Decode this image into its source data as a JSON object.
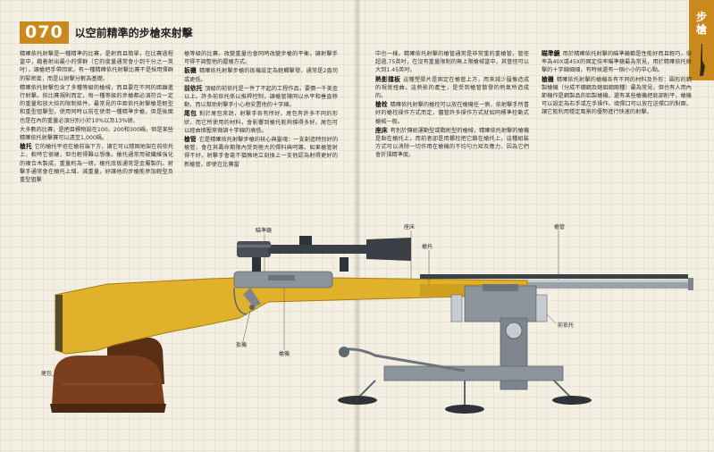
{
  "header": {
    "number": "070",
    "title": "以空前精準的步槍來射擊",
    "tab_text": "步槍"
  },
  "columns": {
    "col1": [
      {
        "term": "",
        "text": "精確依托射擊是一種精準的比賽，是射而且簡單，在比賽過程當中，藉着射出最小的彈群（它的度量通常會小到千分之一英吋），讓槍把手帶回家。有一種精確依托射擊比賽不是採用彈群的緊密度，而是以射擊分數為基礎。"
      },
      {
        "term": "",
        "text": "精確依托射擊包含了多種等級的槍械，而且要在不同的距離進行射擊。依比賽規則而定，每一種等級的步槍都必須符合一定的重量和放大倍的限制條件。最常見的中距依托射擊槍是輕型和重型狙擊型，使用同時以前在使用一種精準步槍，但是後面也是在內的重量必須分別小於10%以及13%磅。"
      },
      {
        "term": "",
        "text": "大多數的比賽，是把目標物設在100、200和300碼，但是某些精確依托射擊賽可以遠至1,000碼。"
      },
      {
        "term": "槍托",
        "text": "它的槍托平坦在槍前端下方，讓它可以穩固地架在前依托上，較時它很硬，但也輕得難以想像。槍托通常用玻纖維強化的複合木製成，重量約為一磅。槍托底板通常是金屬製的。射擊手通常會在槍托上增、減重量，好讓他的步槍能參加輕型及重型狙擊"
      }
    ],
    "col2": [
      {
        "term": "",
        "text": "槍等級的比賽。改變重量也會同時改變步槍的平衡，讓射擊手可得不調整他的握槍方式。"
      },
      {
        "term": "扳機",
        "text": "精確依托射擊步槍的扳機設定為輕觸擊發，通常是2盎司或更低。"
      },
      {
        "term": "前依托",
        "text": "頂級的前依托是一件了不起的工程作品，要價一千美金以上。許多前依托係以推桿控制，讓槍管隨同以水平和垂直移動，而以幫助射擊手小心地安置他的十字線。"
      },
      {
        "term": "尾包",
        "text": "對於尾包來說，射擊手各有所好。尾包有許多不同的形狀，而它所使用的材料，會影響到槍托能夠撐得多好。尾包可以經由擠壓來微調十字線的高低。"
      },
      {
        "term": "槍管",
        "text": "它是精確依托射擊步槍的核心與靈魂：一支創造特別好的槍管，會在其壽命期限內受到極大的彈料與呵護。如果槍管射得不好，射擊手會毫不猶豫地立刻換上一支他認為射得更好的新槍管，即使在比賽當"
      }
    ],
    "col3": [
      {
        "term": "",
        "text": "中也一樣。精確依托射擊的槍管通常是非常重的重槍管，管徑超過.75英吋，在沒有重量限制的無上限槍械當中，其管徑可以大到1.45英吋。"
      },
      {
        "term": "熱影擋板",
        "text": "這種塑膠片是固定在槍管上方，用來減少蜃像造成的視覺扭曲，這熱影的產生，是受到槍管散發的熱氣所造成的。"
      },
      {
        "term": "槍栓",
        "text": "精確依托射擊的槍栓可以放在槍機任一側，依射擊手所喜好的槍栓操作方式而定，儘管許多操作方式就如同標準栓動式槍械一般。"
      },
      {
        "term": "座床",
        "text": "有別於傳統運動型或戰術型的槍械，精確依托射擊的槍機是黏在槍托上，而前者卻是用螺栓把它鎖在槍托上，這種組裝方式可以消除一切作用在槍機的不均勻力矩及應力，因為它們會折損精準度。"
      }
    ],
    "col4": [
      {
        "term": "瞄準鏡",
        "text": "用於精確依托射擊的瞄準鏡都是性能好而且輕巧，倍率為40X或45X的固定倍率瞄準鏡最為常見，用於精確依托射擊的十字線細細，有時候還有一個小小的中心點。"
      },
      {
        "term": "槍機",
        "text": "精確依托射擊的槍機各有不同的材料及外形：圓形的鋼製槍機（分成不鏽鋼及鉻鉬鋼兩種）最為常見，但也有人用內節機作是鋼製品的鋁製槍機，還有某些槍機把底部削平，槍機可以設定為右手或左手操作。填彈口可以放在送彈口的對面，讓它能利用穩定風景的優勢進行快速的射擊。"
      }
    ]
  },
  "labels": {
    "scope": "瞄準鏡",
    "base": "座床",
    "stock": "槍托",
    "barrel": "槍管",
    "front_rest": "前依托",
    "trigger": "扳機",
    "action": "槍機",
    "rear_bag": "尾包"
  },
  "colors": {
    "accent": "#c9891c",
    "stock": "#e0b12a",
    "bag": "#7a3f1c",
    "metal": "#9aa1a8"
  }
}
